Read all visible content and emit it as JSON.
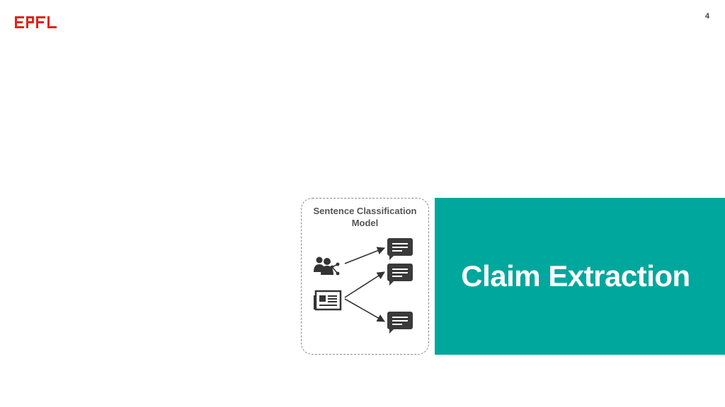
{
  "header": {
    "logo_text": "EPFL",
    "brand_color": "#e2231a",
    "page_number": "4"
  },
  "model_box": {
    "title": "Sentence Classification Model"
  },
  "icons": {
    "source_social": "users-share-icon",
    "source_news": "newspaper-icon",
    "outputs": [
      "message-icon",
      "message-icon",
      "message-icon"
    ]
  },
  "section": {
    "title": "Claim Extraction",
    "panel_color": "#00a79d"
  }
}
